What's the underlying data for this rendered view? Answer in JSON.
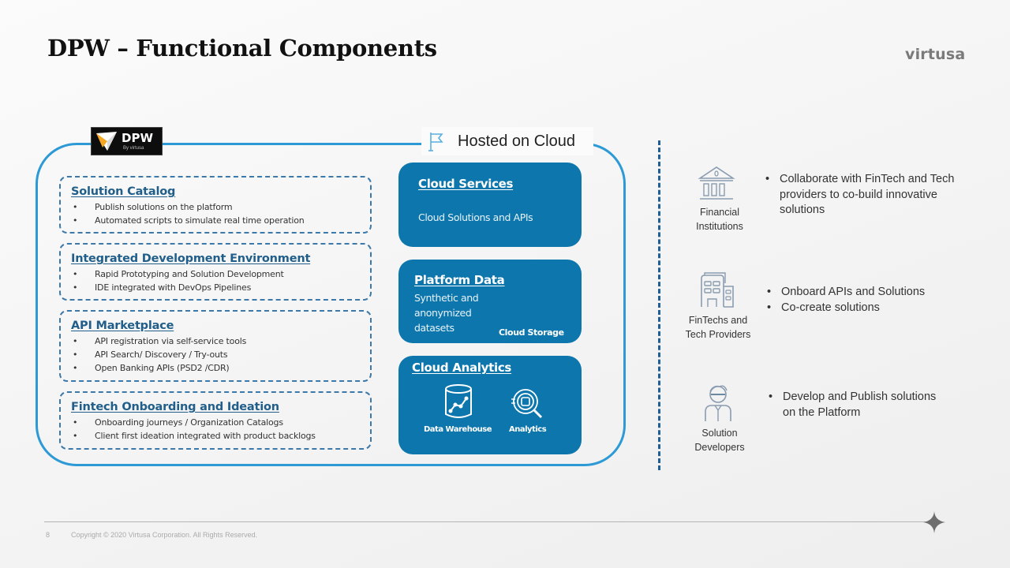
{
  "header": {
    "title": "DPW – Functional Components",
    "brand": "virtusa"
  },
  "platform": {
    "logo": {
      "name": "DPW",
      "subtitle": "By virtusa"
    },
    "hosted_label": "Hosted on Cloud",
    "components": [
      {
        "title": "Solution Catalog",
        "bullets": [
          "Publish solutions on the platform",
          "Automated scripts to simulate real time operation"
        ]
      },
      {
        "title": "Integrated Development Environment",
        "bullets": [
          "Rapid Prototyping and Solution Development",
          "IDE integrated with DevOps Pipelines"
        ]
      },
      {
        "title": "API Marketplace",
        "bullets": [
          "API registration via self-service tools",
          "API Search/ Discovery / Try-outs",
          "Open Banking APIs (PSD2 /CDR)"
        ]
      },
      {
        "title": "Fintech Onboarding and Ideation",
        "bullets": [
          "Onboarding journeys / Organization Catalogs",
          "Client first ideation integrated with product backlogs"
        ]
      }
    ],
    "cloud": {
      "services": {
        "title": "Cloud Services",
        "desc": "Cloud Solutions and APIs"
      },
      "data": {
        "title": "Platform Data",
        "desc_lines": [
          "Synthetic and",
          "anonymized",
          "datasets"
        ],
        "tag": "Cloud Storage"
      },
      "analytics": {
        "title": "Cloud Analytics",
        "items": [
          "Data Warehouse",
          "Analytics"
        ]
      }
    }
  },
  "stakeholders": [
    {
      "icon": "bank-icon",
      "name_lines": [
        "Financial",
        "Institutions"
      ],
      "bullets": [
        "Collaborate with FinTech and Tech providers to co-build innovative solutions"
      ]
    },
    {
      "icon": "buildings-icon",
      "name_lines": [
        "FinTechs and",
        "Tech Providers"
      ],
      "bullets": [
        "Onboard APIs and Solutions",
        "Co-create solutions"
      ]
    },
    {
      "icon": "developer-icon",
      "name_lines": [
        "Solution",
        "Developers"
      ],
      "bullets": [
        "Develop and Publish solutions on the Platform"
      ]
    }
  ],
  "footer": {
    "page_number": "8",
    "copyright": "Copyright © 2020 Virtusa Corporation.  All Rights Reserved."
  },
  "colors": {
    "accent_blue": "#2d9ad6",
    "cloud_box": "#0d77ad",
    "heading_blue": "#215f8a",
    "logo_orange": "#f5a623"
  }
}
